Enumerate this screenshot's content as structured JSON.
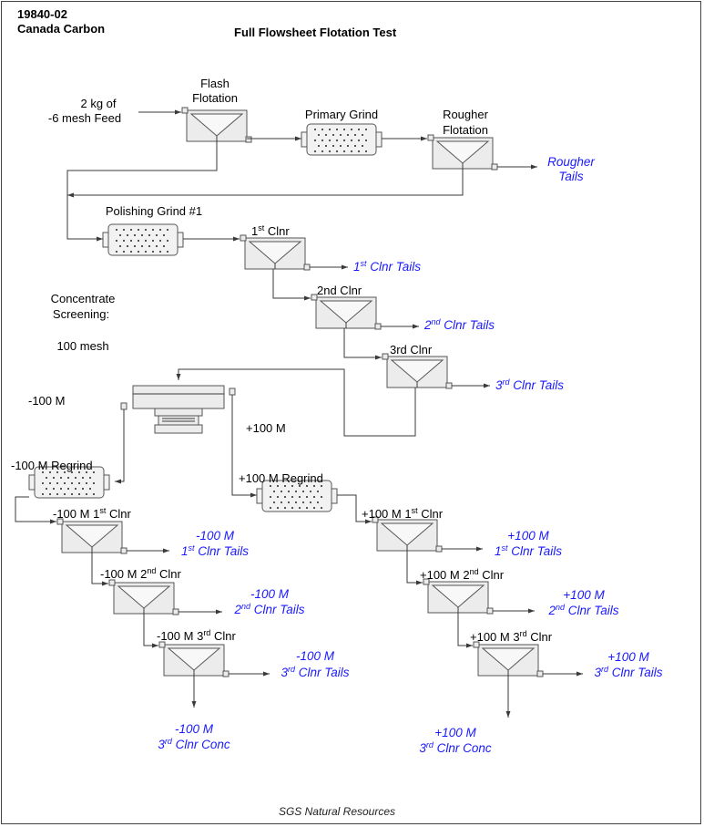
{
  "header": {
    "job_no": "19840-02",
    "client": "Canada Carbon",
    "title": "Full Flowsheet Flotation Test"
  },
  "feed": {
    "line1": "2 kg of",
    "line2": "-6 mesh Feed"
  },
  "units": {
    "flash": {
      "line1": "Flash",
      "line2": "Flotation"
    },
    "primary_grind": "Primary Grind",
    "rougher": {
      "line1": "Rougher",
      "line2": "Flotation"
    },
    "polishing_grind": "Polishing Grind #1",
    "cl1": {
      "base": "1",
      "sup": "st",
      "rest": " Clnr"
    },
    "cl2": "2nd Clnr",
    "cl3": "3rd Clnr",
    "screen": {
      "line1": "Concentrate",
      "line2": "Screening:",
      "line3": "100 mesh"
    },
    "minus100": "-100 M",
    "plus100": "+100 M",
    "minus_regrind": "-100 M Regrind",
    "plus_regrind": "+100 M Regrind",
    "m_cl1": {
      "pre": "-100 M 1",
      "sup": "st",
      "rest": " Clnr"
    },
    "m_cl2": {
      "pre": "-100 M 2",
      "sup": "nd",
      "rest": " Clnr"
    },
    "m_cl3": {
      "pre": "-100 M 3",
      "sup": "rd",
      "rest": " Clnr"
    },
    "p_cl1": {
      "pre": "+100 M 1",
      "sup": "st",
      "rest": " Clnr"
    },
    "p_cl2": {
      "pre": "+100 M 2",
      "sup": "nd",
      "rest": " Clnr"
    },
    "p_cl3": {
      "pre": "+100 M 3",
      "sup": "rd",
      "rest": " Clnr"
    }
  },
  "tails": {
    "rougher": {
      "line1": "Rougher",
      "line2": "Tails"
    },
    "cl1": {
      "base": "1",
      "sup": "st",
      "rest": " Clnr Tails"
    },
    "cl2": {
      "base": "2",
      "sup": "nd",
      "rest": " Clnr Tails"
    },
    "cl3": {
      "base": "3",
      "sup": "rd",
      "rest": " Clnr Tails"
    },
    "m_cl1": {
      "line1": "-100 M",
      "base": "1",
      "sup": "st",
      "rest": " Clnr Tails"
    },
    "m_cl2": {
      "line1": "-100 M",
      "base": "2",
      "sup": "nd",
      "rest": " Clnr Tails"
    },
    "m_cl3": {
      "line1": "-100 M",
      "base": "3",
      "sup": "rd",
      "rest": " Clnr Tails"
    },
    "p_cl1": {
      "line1": "+100 M",
      "base": "1",
      "sup": "st",
      "rest": " Clnr Tails"
    },
    "p_cl2": {
      "line1": "+100 M",
      "base": "2",
      "sup": "nd",
      "rest": " Clnr Tails"
    },
    "p_cl3": {
      "line1": "+100 M",
      "base": "3",
      "sup": "rd",
      "rest": " Clnr Tails"
    }
  },
  "concs": {
    "minus": {
      "line1": "-100 M",
      "base": "3",
      "sup": "rd",
      "rest": " Clnr Conc"
    },
    "plus": {
      "line1": "+100 M",
      "base": "3",
      "sup": "rd",
      "rest": " Clnr Conc"
    }
  },
  "footer": "SGS Natural Resources"
}
